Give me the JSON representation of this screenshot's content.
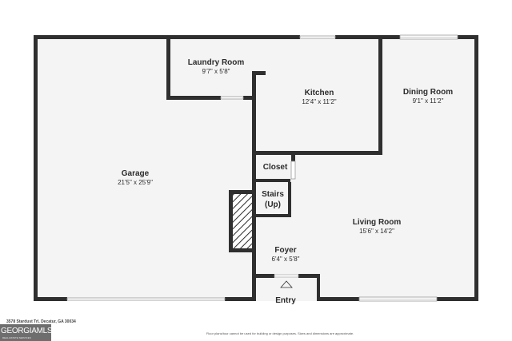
{
  "rooms": {
    "garage": {
      "name": "Garage",
      "dims": "21'5\" x 25'9\""
    },
    "laundry": {
      "name": "Laundry Room",
      "dims": "9'7\" x 5'8\""
    },
    "kitchen": {
      "name": "Kitchen",
      "dims": "12'4\" x 11'2\""
    },
    "dining": {
      "name": "Dining Room",
      "dims": "9'1\" x 11'2\""
    },
    "living": {
      "name": "Living Room",
      "dims": "15'6\" x 14'2\""
    },
    "foyer": {
      "name": "Foyer",
      "dims": "6'4\" x 5'8\""
    },
    "closet": {
      "name": "Closet"
    },
    "stairs": {
      "line1": "Stairs",
      "line2": "(Up)"
    },
    "entry": {
      "name": "Entry"
    }
  },
  "footer": {
    "address": "3578 Stardust Trl, Decatur, GA 30034",
    "disclaimer": "Floor plans/tour cannot be used for building or design purposes. Sizes and dimensions are approximate."
  },
  "logo": {
    "main": "GEORGIAMLS",
    "sub": "REAL ESTATE SERVICES"
  },
  "colors": {
    "wall": "#2f2f2f",
    "floor": "#f4f4f4",
    "logo_bg": "#6e6e6e"
  }
}
